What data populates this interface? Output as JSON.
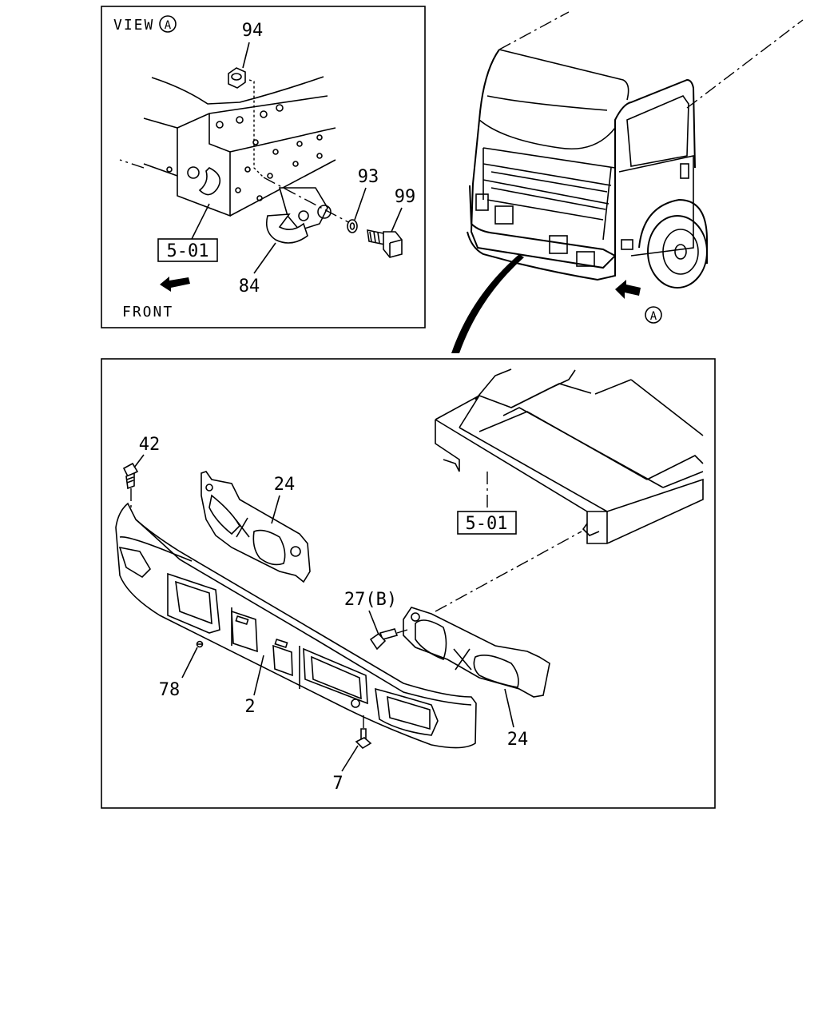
{
  "inset_view": {
    "title": "VIEW",
    "view_marker": "A",
    "front_label": "FRONT",
    "ref_box": "5-01",
    "callouts": {
      "nut": "94",
      "washer": "93",
      "bolt": "99",
      "hook": "84"
    }
  },
  "truck_view": {
    "view_marker": "A"
  },
  "main_view": {
    "ref_box": "5-01",
    "callouts": {
      "screw_top": "42",
      "bracket_left": "24",
      "bolt_b": "27(B)",
      "bracket_right": "24",
      "clip": "78",
      "bumper": "2",
      "screw_bottom": "7"
    }
  }
}
